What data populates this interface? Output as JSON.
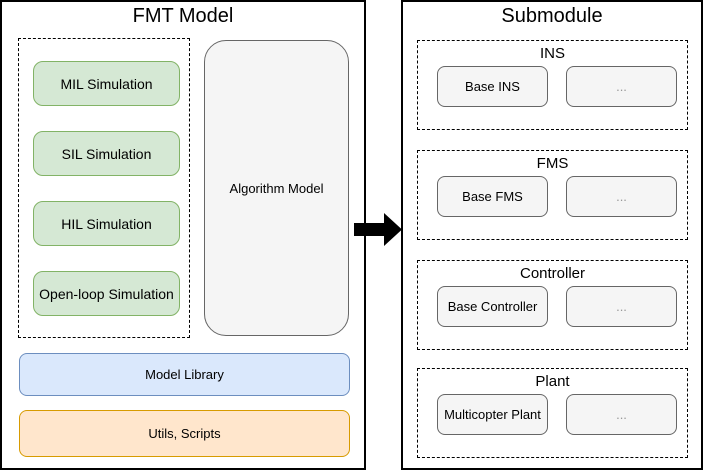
{
  "diagram": {
    "fmt_panel": {
      "title": "FMT Model",
      "simulations": [
        {
          "label": "MIL Simulation"
        },
        {
          "label": "SIL Simulation"
        },
        {
          "label": "HIL Simulation"
        },
        {
          "label": "Open-loop Simulation"
        }
      ],
      "algorithm_model_label": "Algorithm Model",
      "model_library_label": "Model Library",
      "utils_scripts_label": "Utils, Scripts"
    },
    "submodule_panel": {
      "title": "Submodule",
      "groups": [
        {
          "name": "INS",
          "base_label": "Base INS",
          "more_label": "..."
        },
        {
          "name": "FMS",
          "base_label": "Base FMS",
          "more_label": "..."
        },
        {
          "name": "Controller",
          "base_label": "Base Controller",
          "more_label": "..."
        },
        {
          "name": "Plant",
          "base_label": "Multicopter Plant",
          "more_label": "..."
        }
      ]
    },
    "colors": {
      "simulation_fill": "#d5e8d4",
      "simulation_border": "#82b366",
      "library_fill": "#dae8fc",
      "library_border": "#6c8ebf",
      "utils_fill": "#ffe6cc",
      "utils_border": "#d79b00",
      "neutral_fill": "#f5f5f5",
      "neutral_border": "#666666",
      "panel_border": "#000000",
      "more_text": "#999999",
      "arrow": "#000000"
    }
  }
}
